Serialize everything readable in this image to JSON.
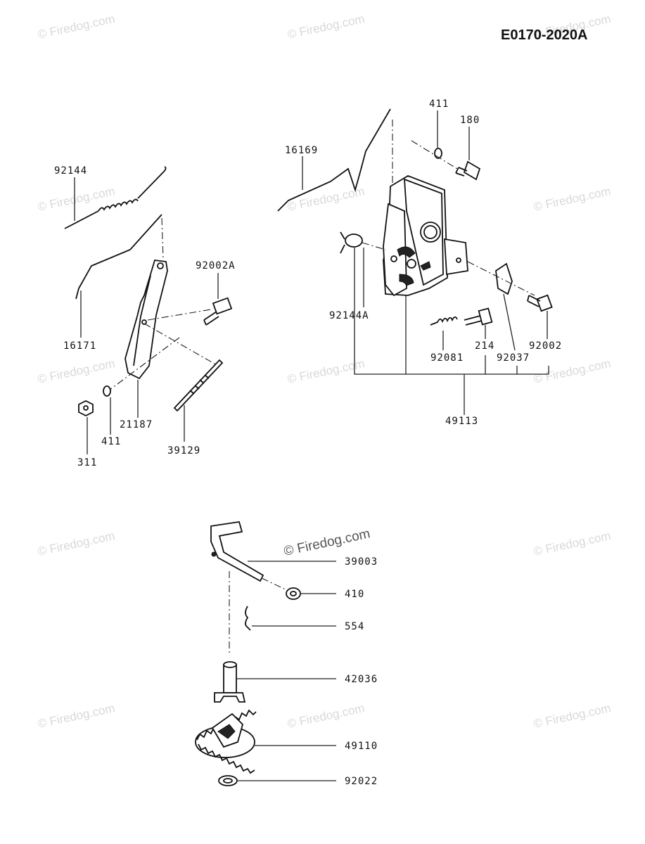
{
  "drawing_code": "E0170-2020A",
  "watermark": "© Firedog.com",
  "parts": {
    "p92144": "92144",
    "p16171": "16171",
    "p92002A": "92002A",
    "p21187": "21187",
    "p411a": "411",
    "p311": "311",
    "p39129": "39129",
    "p16169": "16169",
    "p411b": "411",
    "p180": "180",
    "p92144A": "92144A",
    "p92081": "92081",
    "p214": "214",
    "p92037": "92037",
    "p92002": "92002",
    "p49113": "49113",
    "p39003": "39003",
    "p410": "410",
    "p554": "554",
    "p42036": "42036",
    "p49110": "49110",
    "p92022": "92022"
  }
}
